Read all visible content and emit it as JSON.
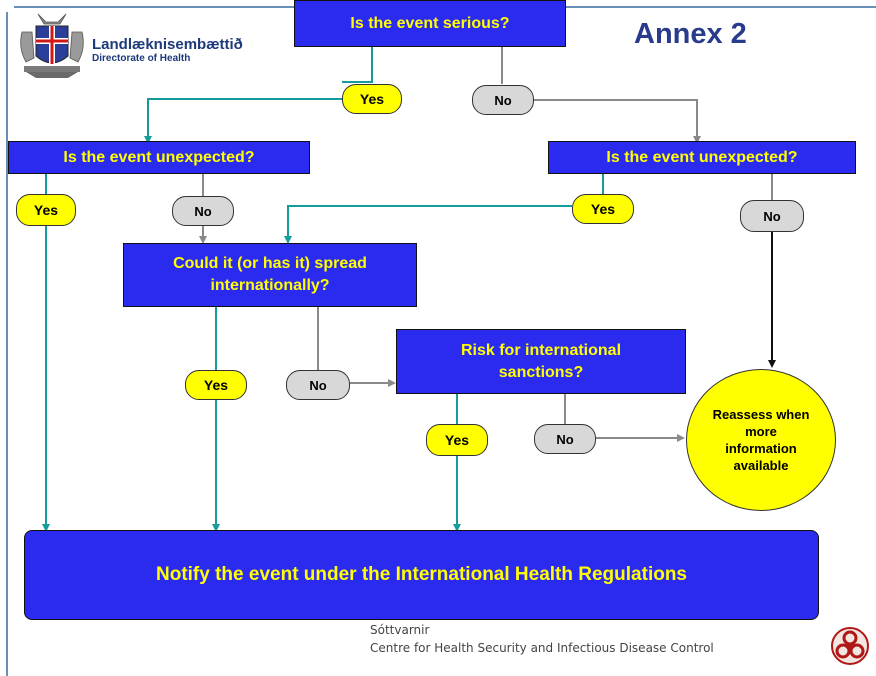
{
  "header": {
    "annex": "Annex 2",
    "org_name": "Landlæknisembættið",
    "org_sub": "Directorate of Health"
  },
  "nodes": {
    "serious": "Is the event serious?",
    "unexpected_left": "Is the event unexpected?",
    "unexpected_right": "Is the event unexpected?",
    "spread": "Could it (or has it) spread internationally?",
    "sanctions": "Risk for international sanctions?",
    "reassess": "Reassess when more information available",
    "notify": "Notify the event under the International Health Regulations"
  },
  "labels": {
    "yes": "Yes",
    "no": "No"
  },
  "footer": {
    "line1": "Sóttvarnir",
    "line2": "Centre for Health Security and Infectious Disease Control"
  },
  "colors": {
    "box_fill": "#2b2bf0",
    "box_text": "#ffff00",
    "yes_fill": "#ffff00",
    "no_fill": "#d8d8d8",
    "teal_arrow": "#149c9c",
    "grey_arrow": "#8a8a8a",
    "title_color": "#2a3a8c"
  },
  "icons": {
    "logo": "iceland-coat-of-arms-icon",
    "biohazard": "biohazard-icon"
  }
}
